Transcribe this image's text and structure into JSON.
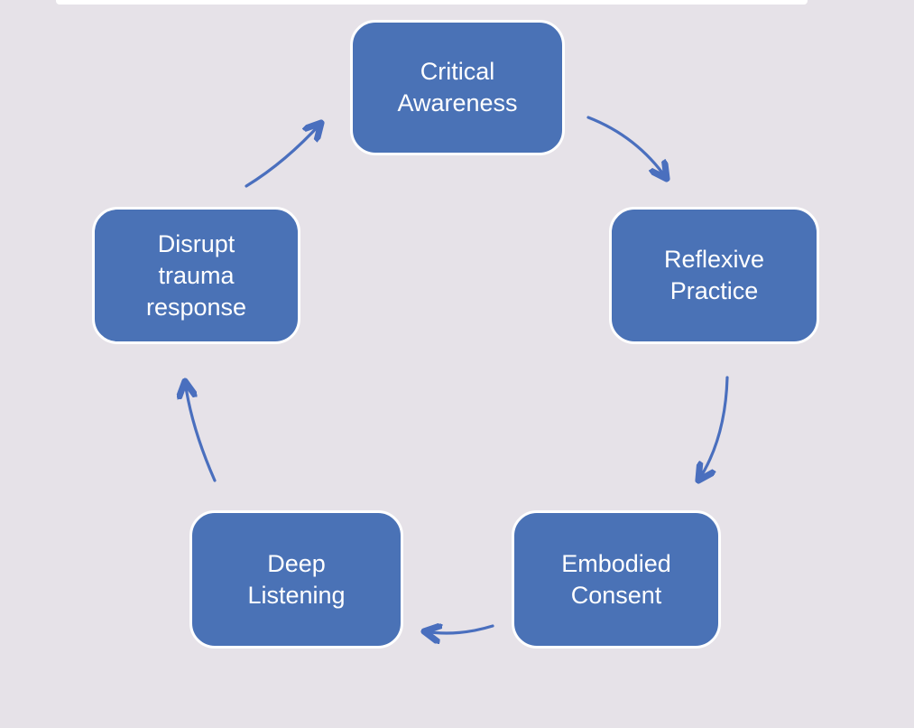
{
  "diagram": {
    "type": "cycle",
    "direction": "clockwise",
    "nodes": [
      {
        "id": "critical-awareness",
        "label": "Critical Awareness",
        "lines": [
          "Critical",
          "Awareness"
        ]
      },
      {
        "id": "reflexive-practice",
        "label": "Reflexive Practice",
        "lines": [
          "Reflexive",
          "Practice"
        ]
      },
      {
        "id": "embodied-consent",
        "label": "Embodied Consent",
        "lines": [
          "Embodied",
          "Consent"
        ]
      },
      {
        "id": "deep-listening",
        "label": "Deep Listening",
        "lines": [
          "Deep",
          "Listening"
        ]
      },
      {
        "id": "disrupt-trauma-response",
        "label": "Disrupt trauma response",
        "lines": [
          "Disrupt",
          "trauma",
          "response"
        ]
      }
    ],
    "flow": [
      [
        "Critical Awareness",
        "Reflexive Practice"
      ],
      [
        "Reflexive Practice",
        "Embodied Consent"
      ],
      [
        "Embodied Consent",
        "Deep Listening"
      ],
      [
        "Deep Listening",
        "Disrupt trauma response"
      ],
      [
        "Disrupt trauma response",
        "Critical Awareness"
      ]
    ]
  },
  "colors": {
    "bg": "#e6e2e8",
    "box-fill": "#4a72b6",
    "shape-border": "#ffffff",
    "text": "#ffffff",
    "arrow": "#4a6fbe"
  }
}
